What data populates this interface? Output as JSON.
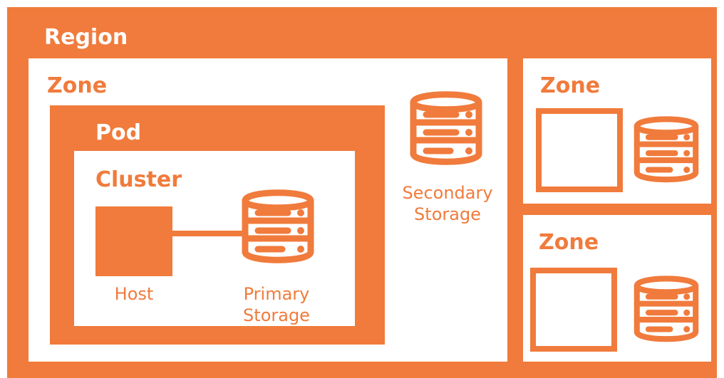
{
  "diagram": {
    "region": {
      "label": "Region"
    },
    "zones": [
      {
        "label": "Zone",
        "pod": {
          "label": "Pod",
          "cluster": {
            "label": "Cluster",
            "host": {
              "label": "Host"
            },
            "primary_storage": {
              "label_lines": [
                "Primary",
                "Storage"
              ]
            }
          }
        },
        "secondary_storage": {
          "label_lines": [
            "Secondary",
            "Storage"
          ]
        }
      },
      {
        "label": "Zone"
      },
      {
        "label": "Zone"
      }
    ],
    "colors": {
      "accent": "#F07B3C",
      "background": "#FFFFFF"
    },
    "icons": [
      "database-icon",
      "host-icon"
    ]
  }
}
